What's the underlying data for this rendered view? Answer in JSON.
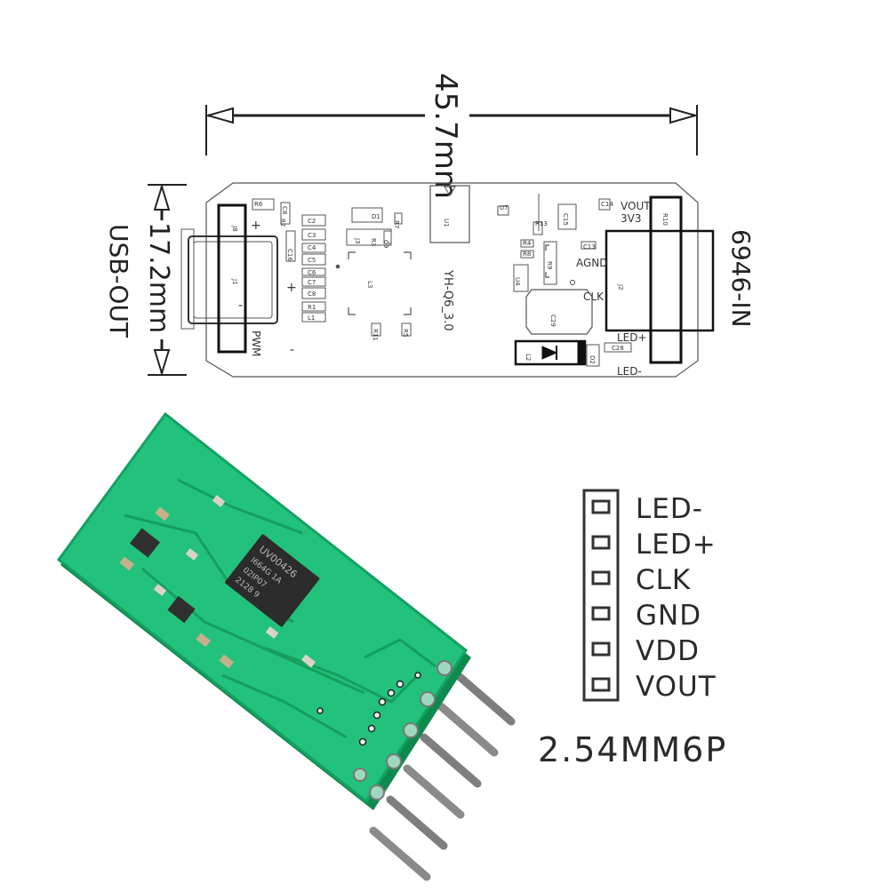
{
  "dimensions": {
    "width": "45.7mm",
    "height": "17.2mm"
  },
  "side_labels": {
    "left": "USB-OUT",
    "right": "6946-IN"
  },
  "pcb_outline": {
    "silk": {
      "model": "YH-Q6_3.0",
      "pwm": "PWM",
      "vout": "VOUT",
      "v3v3": "3V3",
      "agnd": "AGND",
      "clk": "CLK",
      "led_plus": "LED+",
      "led_minus": "LED-",
      "plus": "+",
      "minus": "-"
    },
    "refs": [
      "J8",
      "J1",
      "R6",
      "C8",
      "D1",
      "C2",
      "C3",
      "C4",
      "C5",
      "C6",
      "C7",
      "C8",
      "R1",
      "L1",
      "L3",
      "U1",
      "U7",
      "C15",
      "R13",
      "C14",
      "C13",
      "R11",
      "R5",
      "R4",
      "R8",
      "R9",
      "U4",
      "C29",
      "L2",
      "D2",
      "C28",
      "R10",
      "J2",
      "J3",
      "R3",
      "R2",
      "C9",
      "C16",
      "R7",
      "R12"
    ]
  },
  "chip": {
    "line1": "UV00426",
    "line2": "I664G 1A",
    "line3": "02IP07",
    "line4": "2128 9"
  },
  "pinout": {
    "pins": [
      "LED-",
      "LED+",
      "CLK",
      "GND",
      "VDD",
      "VOUT"
    ],
    "connector": "2.54MM6P"
  },
  "colors": {
    "pcb_green": "#1fbd7a",
    "pcb_dark": "#139a5e",
    "ink": "#222222",
    "pin_metal": "#9a9a9a"
  }
}
